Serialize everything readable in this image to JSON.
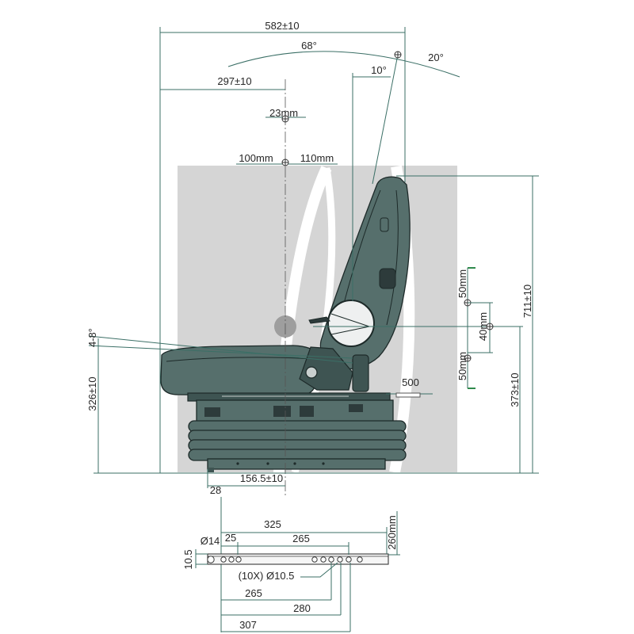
{
  "colors": {
    "dimension": "#3b6f66",
    "text": "#262626",
    "seat_body": "#566f6c",
    "seat_dark": "#3e5452",
    "watermark": "#d5d5d5",
    "marker": "#2f8a4c"
  },
  "side_view": {
    "overall_width": "582±10",
    "back_recline_range": "68°",
    "back_forward_angle": "20°",
    "seat_depth": "297±10",
    "back_angle": "10°",
    "fore_aft_center": "23mm",
    "fore_aft_front": "100mm",
    "fore_aft_rear": "110mm",
    "cushion_tilt": "4-8°",
    "seat_height": "326±10",
    "height_adjust_top": "50mm",
    "height_adjust_mid": "40mm",
    "height_adjust_bottom": "50mm",
    "overall_height": "711±10",
    "pivot_height": "373±10",
    "lever_dimension": "500",
    "base_offset": "156.5±10",
    "base_edge": "28"
  },
  "base_plate": {
    "overall_length": "325",
    "hole_diameter_large": "Ø14",
    "hole_spacing_small": "25",
    "hole_spacing_top": "265",
    "plate_width": "260mm",
    "plate_thickness": "10.5",
    "hole_pattern": "(10X) Ø10.5",
    "dim_265": "265",
    "dim_280": "280",
    "dim_307": "307"
  }
}
